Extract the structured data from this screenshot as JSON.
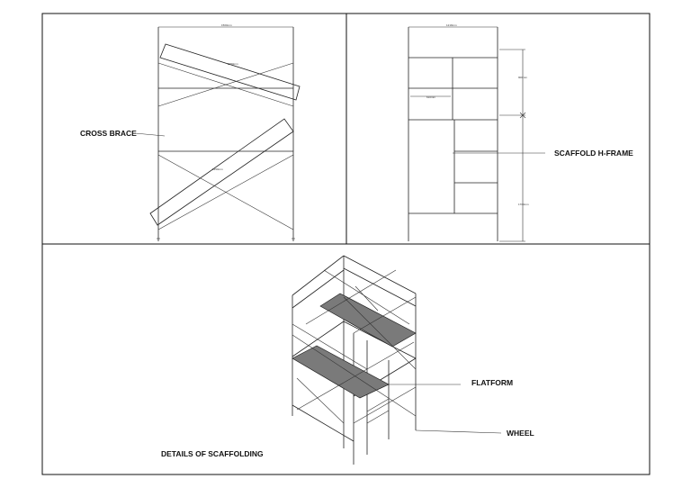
{
  "labels": {
    "cross_brace": "CROSS BRACE",
    "h_frame": "SCAFFOLD H-FRAME",
    "platform": "FLATFORM",
    "wheel": "WHEEL",
    "details": "DETAILS OF SCAFFOLDING"
  },
  "colors": {
    "line": "#222222",
    "deck": "#7a7a7a",
    "background": "#ffffff"
  }
}
